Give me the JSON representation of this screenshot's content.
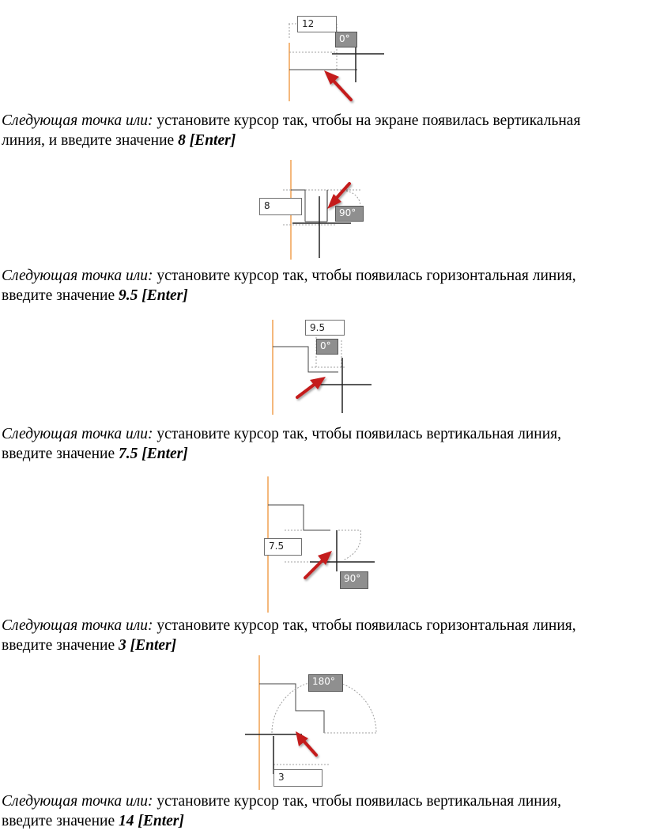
{
  "steps": [
    {
      "prompt": "Следующая точка или:",
      "instruction_line1": " установите курсор так, чтобы на экране появилась вертикальная",
      "instruction_line2": "линия, и введите значение ",
      "value": "8 [Enter]",
      "figure": {
        "input_value": "12",
        "angle": "0°"
      }
    },
    {
      "prompt": "Следующая точка или:",
      "instruction_line1": " установите курсор так, чтобы появилась горизонтальная линия,",
      "instruction_line2": "введите значение ",
      "value": "9.5 [Enter]",
      "figure": {
        "input_value": "8",
        "angle": "90°"
      }
    },
    {
      "prompt": "Следующая точка или:",
      "instruction_line1": " установите курсор так, чтобы появилась вертикальная линия,",
      "instruction_line2": "введите значение ",
      "value": "7.5 [Enter]",
      "figure": {
        "input_value": "9.5",
        "angle": "0°"
      }
    },
    {
      "prompt": "Следующая точка или:",
      "instruction_line1": " установите курсор так, чтобы появилась горизонтальная линия,",
      "instruction_line2": "введите значение ",
      "value": "3 [Enter]",
      "figure": {
        "input_value": "7.5",
        "angle": "90°"
      }
    },
    {
      "prompt": "Следующая точка или:",
      "instruction_line1": " установите курсор так, чтобы появилась вертикальная линия,",
      "instruction_line2": "введите значение ",
      "value": "14 [Enter]",
      "figure": {
        "input_value": "3",
        "angle": "180°"
      }
    }
  ],
  "colors": {
    "axis_orange": "#f0a050",
    "arrow_red": "#c41e1e",
    "angle_box": "#8f8f8f",
    "dotted": "#a0a0a0"
  }
}
